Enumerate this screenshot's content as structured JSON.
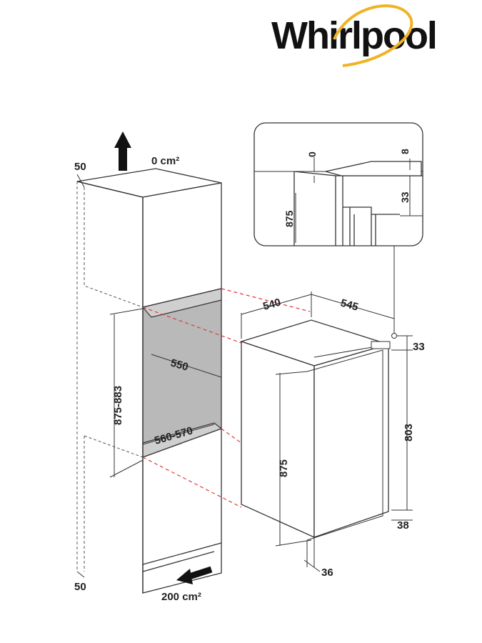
{
  "brand": {
    "logo_text": "Whirlpool",
    "accent_color": "#f0b323",
    "text_color": "#111111"
  },
  "airflow": {
    "top": "0 cm²",
    "bottom": "200 cm²"
  },
  "dimensions": {
    "cabinet_top_offset": "50",
    "cabinet_bottom_offset": "50",
    "niche_height": "875-883",
    "niche_depth": "550",
    "niche_width": "560-570",
    "appliance_width": "540",
    "appliance_depth": "545",
    "appliance_top_gap": "33",
    "appliance_height_side": "803",
    "appliance_height_front": "875",
    "appliance_foot": "38",
    "appliance_door_offset": "36"
  },
  "detail": {
    "gap_top": "0",
    "gap_right": "8",
    "height": "875",
    "depth": "33"
  }
}
